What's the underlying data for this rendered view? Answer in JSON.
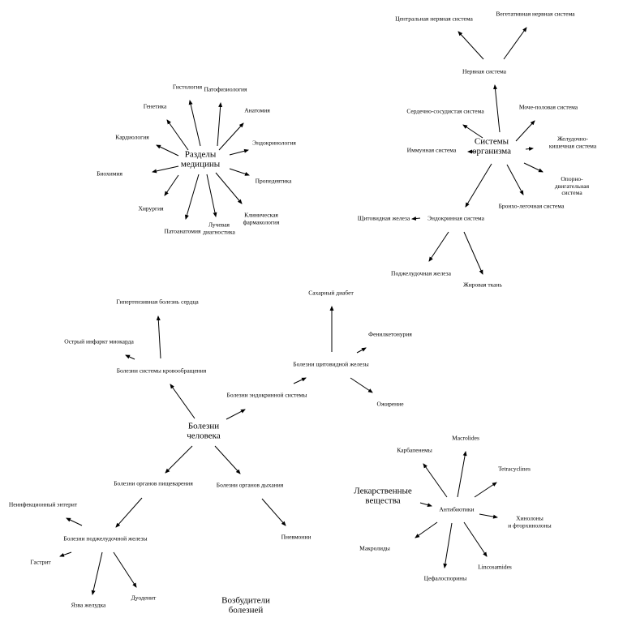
{
  "medicine": {
    "title": "Разделы\nмедицины",
    "items": [
      "Гистология",
      "Патофизиология",
      "Генетика",
      "Анатомия",
      "Кардиология",
      "Эндокринология",
      "Биохимия",
      "Пропедевтика",
      "Хирургия",
      "Клиническая\nфармакология",
      "Лучевая\nдиагностика",
      "Патоанатомия"
    ]
  },
  "systems": {
    "title": "Системы\nорганизма",
    "nervous": "Нервная система",
    "cns": "Центральная нервная система",
    "ans": "Вегетативная нервная система",
    "cardio": "Сердечно-сосудистая система",
    "urogenital": "Моче-половая система",
    "immune": "Иммунная система",
    "gi": "Желудочно-кишечная система",
    "musculo": "Опорно-двигательная система",
    "broncho": "Бронхо-легочная система",
    "endocrine": "Эндокринная система",
    "thyroid": "Щитовидная железа",
    "pancreas": "Поджелудочная железа",
    "fat": "Жировая ткань"
  },
  "diseases": {
    "title": "Болезни\nчеловека",
    "circulatory": "Болезни системы кровообращения",
    "hypertensive": "Гипертензивная болезнь сердца",
    "infarction": "Острый инфаркт миокарда",
    "endocrine": "Болезни эндокринной системы",
    "thyroid": "Болезни щитовидной железы",
    "diabetes": "Сахарный диабет",
    "pku": "Фенилкетонурия",
    "obesity": "Ожирение",
    "digestive": "Болезни органов пищеварения",
    "respiratory": "Болезни органов дыхания",
    "pneumonia": "Пневмонии",
    "pancreas": "Болезни поджелудочной железы",
    "enteritis": "Неинфекционный энтерит",
    "gastritis": "Гастрит",
    "ulcer": "Язва желудка",
    "duodenitis": "Дуоденит"
  },
  "pathogens": {
    "title": "Возбудители\nболезней"
  },
  "drugs": {
    "title": "Лекарственные\nвещества",
    "antibiotics": "Антибиотики",
    "items": [
      "Карбапенемы",
      "Macrolides",
      "Tetracyclines",
      "Хинолоны\nи фторхинолоны",
      "Макролиды",
      "Цефалоспорины",
      "Lincosamides"
    ]
  }
}
